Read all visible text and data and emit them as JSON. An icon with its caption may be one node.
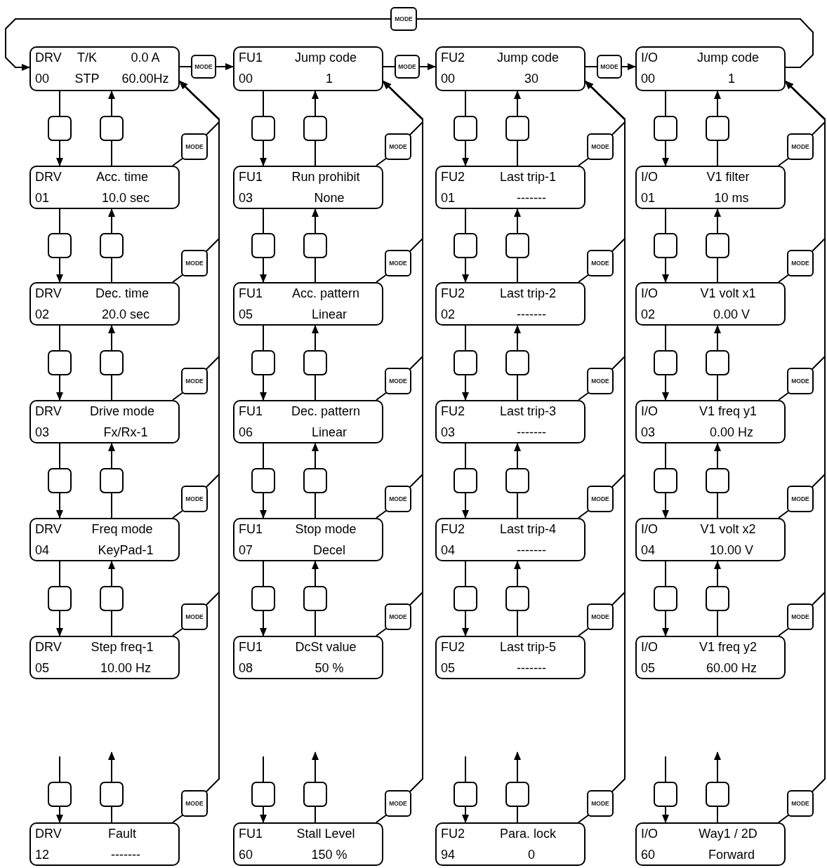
{
  "diagram": {
    "nodes": [
      {
        "text": [
          "DRV",
          "T/K",
          "0.0 A",
          "00",
          "STP",
          "60.00Hz"
        ]
      },
      {
        "text": [
          "DRV",
          "Acc. time",
          "01",
          "10.0 sec"
        ]
      },
      {
        "text": [
          "DRV",
          "Dec. time",
          "02",
          "20.0 sec"
        ]
      },
      {
        "text": [
          "DRV",
          "Drive mode",
          "03",
          "Fx/Rx-1"
        ]
      },
      {
        "text": [
          "DRV",
          "Freq mode",
          "04",
          "KeyPad-1"
        ]
      },
      {
        "text": [
          "DRV",
          "Step freq-1",
          "05",
          "10.00 Hz"
        ]
      },
      {
        "text": [
          "DRV",
          "Fault",
          "12",
          "-------"
        ]
      },
      {
        "text": [
          "FU1",
          "Jump code",
          "00",
          "1"
        ]
      },
      {
        "text": [
          "FU1",
          "Run prohibit",
          "03",
          "None"
        ]
      },
      {
        "text": [
          "FU1",
          "Acc. pattern",
          "05",
          "Linear"
        ]
      },
      {
        "text": [
          "FU1",
          "Dec. pattern",
          "06",
          "Linear"
        ]
      },
      {
        "text": [
          "FU1",
          "Stop mode",
          "07",
          "Decel"
        ]
      },
      {
        "text": [
          "FU1",
          "DcSt value",
          "08",
          "50 %"
        ]
      },
      {
        "text": [
          "FU1",
          "Stall Level",
          "60",
          "150 %"
        ]
      },
      {
        "text": [
          "FU2",
          "Jump code",
          "00",
          "30"
        ]
      },
      {
        "text": [
          "FU2",
          "Last trip-1",
          "01",
          "-------"
        ]
      },
      {
        "text": [
          "FU2",
          "Last trip-2",
          "02",
          "-------"
        ]
      },
      {
        "text": [
          "FU2",
          "Last trip-3",
          "03",
          "-------"
        ]
      },
      {
        "text": [
          "FU2",
          "Last trip-4",
          "04",
          "-------"
        ]
      },
      {
        "text": [
          "FU2",
          "Last trip-5",
          "05",
          "-------"
        ]
      },
      {
        "text": [
          "FU2",
          "Para. lock",
          "94",
          "0"
        ]
      },
      {
        "text": [
          "I/O",
          "Jump code",
          "00",
          "1"
        ]
      },
      {
        "text": [
          "I/O",
          "V1 filter",
          "01",
          "10 ms"
        ]
      },
      {
        "text": [
          "I/O",
          "V1 volt x1",
          "02",
          "0.00 V"
        ]
      },
      {
        "text": [
          "I/O",
          "V1 freq y1",
          "03",
          "0.00 Hz"
        ]
      },
      {
        "text": [
          "I/O",
          "V1 volt x2",
          "04",
          "10.00 V"
        ]
      },
      {
        "text": [
          "I/O",
          "V1 freq y2",
          "05",
          "60.00 Hz"
        ]
      },
      {
        "text": [
          "I/O",
          "Way1 / 2D",
          "60",
          "Forward"
        ]
      },
      {
        "text": [
          "MODE"
        ]
      },
      {
        "text": [
          "MODE"
        ]
      },
      {
        "text": [
          "MODE"
        ]
      },
      {
        "text": [
          "MODE"
        ]
      },
      {
        "text": [],
        "shape": "box"
      },
      {
        "text": [],
        "shape": "box"
      },
      {
        "text": [
          "MODE"
        ]
      },
      {
        "text": [],
        "shape": "box"
      },
      {
        "text": [],
        "shape": "box"
      },
      {
        "text": [
          "MODE"
        ]
      },
      {
        "text": [],
        "shape": "box"
      },
      {
        "text": [],
        "shape": "box"
      },
      {
        "text": [
          "MODE"
        ]
      },
      {
        "text": [],
        "shape": "box"
      },
      {
        "text": [],
        "shape": "box"
      },
      {
        "text": [
          "MODE"
        ]
      },
      {
        "text": [],
        "shape": "box"
      },
      {
        "text": [],
        "shape": "box"
      },
      {
        "text": [
          "MODE"
        ]
      },
      {
        "text": [],
        "shape": "box"
      },
      {
        "text": [],
        "shape": "box"
      },
      {
        "text": [
          "MODE"
        ]
      },
      {
        "text": [],
        "shape": "box"
      },
      {
        "text": [],
        "shape": "box"
      },
      {
        "text": [
          "MODE"
        ]
      },
      {
        "text": [],
        "shape": "box"
      },
      {
        "text": [],
        "shape": "box"
      },
      {
        "text": [
          "MODE"
        ]
      },
      {
        "text": [],
        "shape": "box"
      },
      {
        "text": [],
        "shape": "box"
      },
      {
        "text": [
          "MODE"
        ]
      },
      {
        "text": [],
        "shape": "box"
      },
      {
        "text": [],
        "shape": "box"
      },
      {
        "text": [
          "MODE"
        ]
      },
      {
        "text": [],
        "shape": "box"
      },
      {
        "text": [],
        "shape": "box"
      },
      {
        "text": [
          "MODE"
        ]
      },
      {
        "text": [],
        "shape": "box"
      },
      {
        "text": [],
        "shape": "box"
      },
      {
        "text": [
          "MODE"
        ]
      },
      {
        "text": [],
        "shape": "box"
      },
      {
        "text": [],
        "shape": "box"
      },
      {
        "text": [
          "MODE"
        ]
      },
      {
        "text": [],
        "shape": "box"
      },
      {
        "text": [],
        "shape": "box"
      },
      {
        "text": [
          "MODE"
        ]
      },
      {
        "text": [],
        "shape": "box"
      },
      {
        "text": [],
        "shape": "box"
      },
      {
        "text": [
          "MODE"
        ]
      },
      {
        "text": [],
        "shape": "box"
      },
      {
        "text": [],
        "shape": "box"
      },
      {
        "text": [
          "MODE"
        ]
      },
      {
        "text": [],
        "shape": "box"
      },
      {
        "text": [],
        "shape": "box"
      },
      {
        "text": [
          "MODE"
        ]
      },
      {
        "text": [],
        "shape": "box"
      },
      {
        "text": [],
        "shape": "box"
      },
      {
        "text": [
          "MODE"
        ]
      },
      {
        "text": [],
        "shape": "box"
      },
      {
        "text": [],
        "shape": "box"
      },
      {
        "text": [
          "MODE"
        ]
      },
      {
        "text": [],
        "shape": "box"
      },
      {
        "text": [],
        "shape": "box"
      },
      {
        "text": [
          "MODE"
        ]
      },
      {
        "text": [],
        "shape": "box"
      },
      {
        "text": [],
        "shape": "box"
      },
      {
        "text": [
          "MODE"
        ]
      },
      {
        "text": [],
        "shape": "box"
      },
      {
        "text": [],
        "shape": "box"
      },
      {
        "text": [
          "MODE"
        ]
      },
      {
        "text": [],
        "shape": "box"
      },
      {
        "text": [],
        "shape": "box"
      },
      {
        "text": [
          "MODE"
        ]
      },
      {
        "text": [],
        "shape": "box"
      },
      {
        "text": [],
        "shape": "box"
      },
      {
        "text": [
          "MODE"
        ]
      }
    ],
    "edges": [
      {
        "from": 0,
        "to": 28,
        "arrow": "none"
      },
      {
        "from": 28,
        "to": 7,
        "arrow": "to"
      },
      {
        "from": 7,
        "to": 29,
        "arrow": "none"
      },
      {
        "from": 29,
        "to": 14,
        "arrow": "to"
      },
      {
        "from": 14,
        "to": 30,
        "arrow": "none"
      },
      {
        "from": 30,
        "to": 21,
        "arrow": "to"
      },
      {
        "from": 21,
        "to": 31,
        "arrow": "none"
      },
      {
        "from": 31,
        "to": 0,
        "arrow": "to"
      },
      {
        "from": 0,
        "to": 32,
        "arrow": "none"
      },
      {
        "from": 32,
        "to": 1,
        "arrow": "to"
      },
      {
        "from": 1,
        "to": 33,
        "arrow": "none"
      },
      {
        "from": 33,
        "to": 0,
        "arrow": "to"
      },
      {
        "from": 1,
        "to": 34,
        "arrow": "none"
      },
      {
        "from": 34,
        "to": 0,
        "arrow": "to"
      },
      {
        "from": 1,
        "to": 35,
        "arrow": "none"
      },
      {
        "from": 35,
        "to": 2,
        "arrow": "to"
      },
      {
        "from": 2,
        "to": 36,
        "arrow": "none"
      },
      {
        "from": 36,
        "to": 1,
        "arrow": "to"
      },
      {
        "from": 2,
        "to": 37,
        "arrow": "none"
      },
      {
        "from": 37,
        "to": 0,
        "arrow": "to"
      },
      {
        "from": 2,
        "to": 38,
        "arrow": "none"
      },
      {
        "from": 38,
        "to": 3,
        "arrow": "to"
      },
      {
        "from": 3,
        "to": 39,
        "arrow": "none"
      },
      {
        "from": 39,
        "to": 2,
        "arrow": "to"
      },
      {
        "from": 3,
        "to": 40,
        "arrow": "none"
      },
      {
        "from": 40,
        "to": 0,
        "arrow": "to"
      },
      {
        "from": 3,
        "to": 41,
        "arrow": "none"
      },
      {
        "from": 41,
        "to": 4,
        "arrow": "to"
      },
      {
        "from": 4,
        "to": 42,
        "arrow": "none"
      },
      {
        "from": 42,
        "to": 3,
        "arrow": "to"
      },
      {
        "from": 4,
        "to": 43,
        "arrow": "none"
      },
      {
        "from": 43,
        "to": 0,
        "arrow": "to"
      },
      {
        "from": 4,
        "to": 44,
        "arrow": "none"
      },
      {
        "from": 44,
        "to": 5,
        "arrow": "to"
      },
      {
        "from": 5,
        "to": 45,
        "arrow": "none"
      },
      {
        "from": 45,
        "to": 4,
        "arrow": "to"
      },
      {
        "from": 5,
        "to": 46,
        "arrow": "none"
      },
      {
        "from": 46,
        "to": 0,
        "arrow": "to"
      },
      {
        "from": null,
        "to": 47,
        "arrow": "none"
      },
      {
        "from": 47,
        "to": 6,
        "arrow": "to"
      },
      {
        "from": 6,
        "to": 48,
        "arrow": "none"
      },
      {
        "from": 48,
        "to": null,
        "arrow": "to"
      },
      {
        "from": 6,
        "to": 49,
        "arrow": "none"
      },
      {
        "from": 49,
        "to": 0,
        "arrow": "to"
      },
      {
        "from": 7,
        "to": 50,
        "arrow": "none"
      },
      {
        "from": 50,
        "to": 8,
        "arrow": "to"
      },
      {
        "from": 8,
        "to": 51,
        "arrow": "none"
      },
      {
        "from": 51,
        "to": 7,
        "arrow": "to"
      },
      {
        "from": 8,
        "to": 52,
        "arrow": "none"
      },
      {
        "from": 52,
        "to": 7,
        "arrow": "to"
      },
      {
        "from": 8,
        "to": 53,
        "arrow": "none"
      },
      {
        "from": 53,
        "to": 9,
        "arrow": "to"
      },
      {
        "from": 9,
        "to": 54,
        "arrow": "none"
      },
      {
        "from": 54,
        "to": 8,
        "arrow": "to"
      },
      {
        "from": 9,
        "to": 55,
        "arrow": "none"
      },
      {
        "from": 55,
        "to": 7,
        "arrow": "to"
      },
      {
        "from": 9,
        "to": 56,
        "arrow": "none"
      },
      {
        "from": 56,
        "to": 10,
        "arrow": "to"
      },
      {
        "from": 10,
        "to": 57,
        "arrow": "none"
      },
      {
        "from": 57,
        "to": 9,
        "arrow": "to"
      },
      {
        "from": 10,
        "to": 58,
        "arrow": "none"
      },
      {
        "from": 58,
        "to": 7,
        "arrow": "to"
      },
      {
        "from": 10,
        "to": 59,
        "arrow": "none"
      },
      {
        "from": 59,
        "to": 11,
        "arrow": "to"
      },
      {
        "from": 11,
        "to": 60,
        "arrow": "none"
      },
      {
        "from": 60,
        "to": 10,
        "arrow": "to"
      },
      {
        "from": 11,
        "to": 61,
        "arrow": "none"
      },
      {
        "from": 61,
        "to": 7,
        "arrow": "to"
      },
      {
        "from": 11,
        "to": 62,
        "arrow": "none"
      },
      {
        "from": 62,
        "to": 12,
        "arrow": "to"
      },
      {
        "from": 12,
        "to": 63,
        "arrow": "none"
      },
      {
        "from": 63,
        "to": 11,
        "arrow": "to"
      },
      {
        "from": 12,
        "to": 64,
        "arrow": "none"
      },
      {
        "from": 64,
        "to": 7,
        "arrow": "to"
      },
      {
        "from": null,
        "to": 65,
        "arrow": "none"
      },
      {
        "from": 65,
        "to": 13,
        "arrow": "to"
      },
      {
        "from": 13,
        "to": 66,
        "arrow": "none"
      },
      {
        "from": 66,
        "to": null,
        "arrow": "to"
      },
      {
        "from": 13,
        "to": 67,
        "arrow": "none"
      },
      {
        "from": 67,
        "to": 7,
        "arrow": "to"
      },
      {
        "from": 14,
        "to": 68,
        "arrow": "none"
      },
      {
        "from": 68,
        "to": 15,
        "arrow": "to"
      },
      {
        "from": 15,
        "to": 69,
        "arrow": "none"
      },
      {
        "from": 69,
        "to": 14,
        "arrow": "to"
      },
      {
        "from": 15,
        "to": 70,
        "arrow": "none"
      },
      {
        "from": 70,
        "to": 14,
        "arrow": "to"
      },
      {
        "from": 15,
        "to": 71,
        "arrow": "none"
      },
      {
        "from": 71,
        "to": 16,
        "arrow": "to"
      },
      {
        "from": 16,
        "to": 72,
        "arrow": "none"
      },
      {
        "from": 72,
        "to": 15,
        "arrow": "to"
      },
      {
        "from": 16,
        "to": 73,
        "arrow": "none"
      },
      {
        "from": 73,
        "to": 14,
        "arrow": "to"
      },
      {
        "from": 16,
        "to": 74,
        "arrow": "none"
      },
      {
        "from": 74,
        "to": 17,
        "arrow": "to"
      },
      {
        "from": 17,
        "to": 75,
        "arrow": "none"
      },
      {
        "from": 75,
        "to": 16,
        "arrow": "to"
      },
      {
        "from": 17,
        "to": 76,
        "arrow": "none"
      },
      {
        "from": 76,
        "to": 14,
        "arrow": "to"
      },
      {
        "from": 17,
        "to": 77,
        "arrow": "none"
      },
      {
        "from": 77,
        "to": 18,
        "arrow": "to"
      },
      {
        "from": 18,
        "to": 78,
        "arrow": "none"
      },
      {
        "from": 78,
        "to": 17,
        "arrow": "to"
      },
      {
        "from": 18,
        "to": 79,
        "arrow": "none"
      },
      {
        "from": 79,
        "to": 14,
        "arrow": "to"
      },
      {
        "from": 18,
        "to": 80,
        "arrow": "none"
      },
      {
        "from": 80,
        "to": 19,
        "arrow": "to"
      },
      {
        "from": 19,
        "to": 81,
        "arrow": "none"
      },
      {
        "from": 81,
        "to": 18,
        "arrow": "to"
      },
      {
        "from": 19,
        "to": 82,
        "arrow": "none"
      },
      {
        "from": 82,
        "to": 14,
        "arrow": "to"
      },
      {
        "from": null,
        "to": 83,
        "arrow": "none"
      },
      {
        "from": 83,
        "to": 20,
        "arrow": "to"
      },
      {
        "from": 20,
        "to": 84,
        "arrow": "none"
      },
      {
        "from": 84,
        "to": null,
        "arrow": "to"
      },
      {
        "from": 20,
        "to": 85,
        "arrow": "none"
      },
      {
        "from": 85,
        "to": 14,
        "arrow": "to"
      },
      {
        "from": 21,
        "to": 86,
        "arrow": "none"
      },
      {
        "from": 86,
        "to": 22,
        "arrow": "to"
      },
      {
        "from": 22,
        "to": 87,
        "arrow": "none"
      },
      {
        "from": 87,
        "to": 21,
        "arrow": "to"
      },
      {
        "from": 22,
        "to": 88,
        "arrow": "none"
      },
      {
        "from": 88,
        "to": 21,
        "arrow": "to"
      },
      {
        "from": 22,
        "to": 89,
        "arrow": "none"
      },
      {
        "from": 89,
        "to": 23,
        "arrow": "to"
      },
      {
        "from": 23,
        "to": 90,
        "arrow": "none"
      },
      {
        "from": 90,
        "to": 22,
        "arrow": "to"
      },
      {
        "from": 23,
        "to": 91,
        "arrow": "none"
      },
      {
        "from": 91,
        "to": 21,
        "arrow": "to"
      },
      {
        "from": 23,
        "to": 92,
        "arrow": "none"
      },
      {
        "from": 92,
        "to": 24,
        "arrow": "to"
      },
      {
        "from": 24,
        "to": 93,
        "arrow": "none"
      },
      {
        "from": 93,
        "to": 23,
        "arrow": "to"
      },
      {
        "from": 24,
        "to": 94,
        "arrow": "none"
      },
      {
        "from": 94,
        "to": 21,
        "arrow": "to"
      },
      {
        "from": 24,
        "to": 95,
        "arrow": "none"
      },
      {
        "from": 95,
        "to": 25,
        "arrow": "to"
      },
      {
        "from": 25,
        "to": 96,
        "arrow": "none"
      },
      {
        "from": 96,
        "to": 24,
        "arrow": "to"
      },
      {
        "from": 25,
        "to": 97,
        "arrow": "none"
      },
      {
        "from": 97,
        "to": 21,
        "arrow": "to"
      },
      {
        "from": 25,
        "to": 98,
        "arrow": "none"
      },
      {
        "from": 98,
        "to": 26,
        "arrow": "to"
      },
      {
        "from": 26,
        "to": 99,
        "arrow": "none"
      },
      {
        "from": 99,
        "to": 25,
        "arrow": "to"
      },
      {
        "from": 26,
        "to": 100,
        "arrow": "none"
      },
      {
        "from": 100,
        "to": 21,
        "arrow": "to"
      },
      {
        "from": null,
        "to": 101,
        "arrow": "none"
      },
      {
        "from": 101,
        "to": 27,
        "arrow": "to"
      },
      {
        "from": 27,
        "to": 102,
        "arrow": "none"
      },
      {
        "from": 102,
        "to": null,
        "arrow": "to"
      },
      {
        "from": 27,
        "to": 103,
        "arrow": "none"
      },
      {
        "from": 103,
        "to": 21,
        "arrow": "to"
      }
    ]
  }
}
